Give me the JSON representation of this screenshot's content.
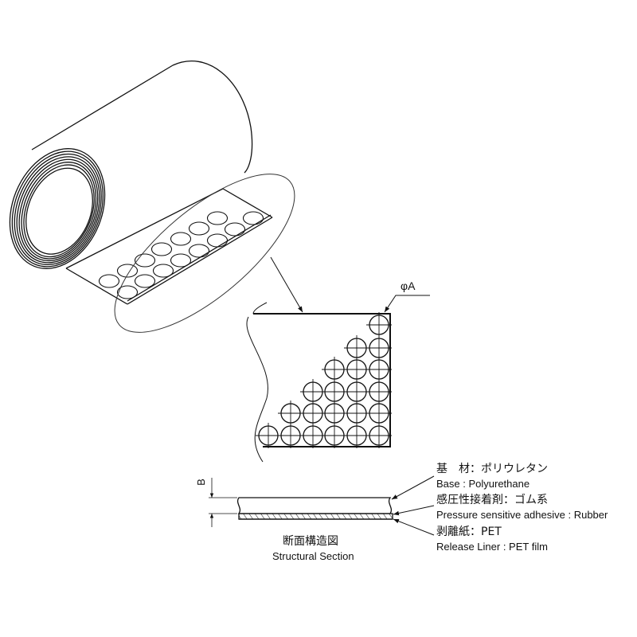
{
  "detail": {
    "diameter_label": "φA"
  },
  "section": {
    "dimension_label": "B",
    "title_jp": "断面構造図",
    "title_en": "Structural Section",
    "layers": [
      {
        "jp": "基　材：ポリウレタン",
        "en": "Base : Polyurethane"
      },
      {
        "jp": "感圧性接着剤：ゴム系",
        "en": "Pressure sensitive adhesive : Rubber"
      },
      {
        "jp": "剥離紙：PET",
        "en": "Release Liner : PET film"
      }
    ]
  }
}
